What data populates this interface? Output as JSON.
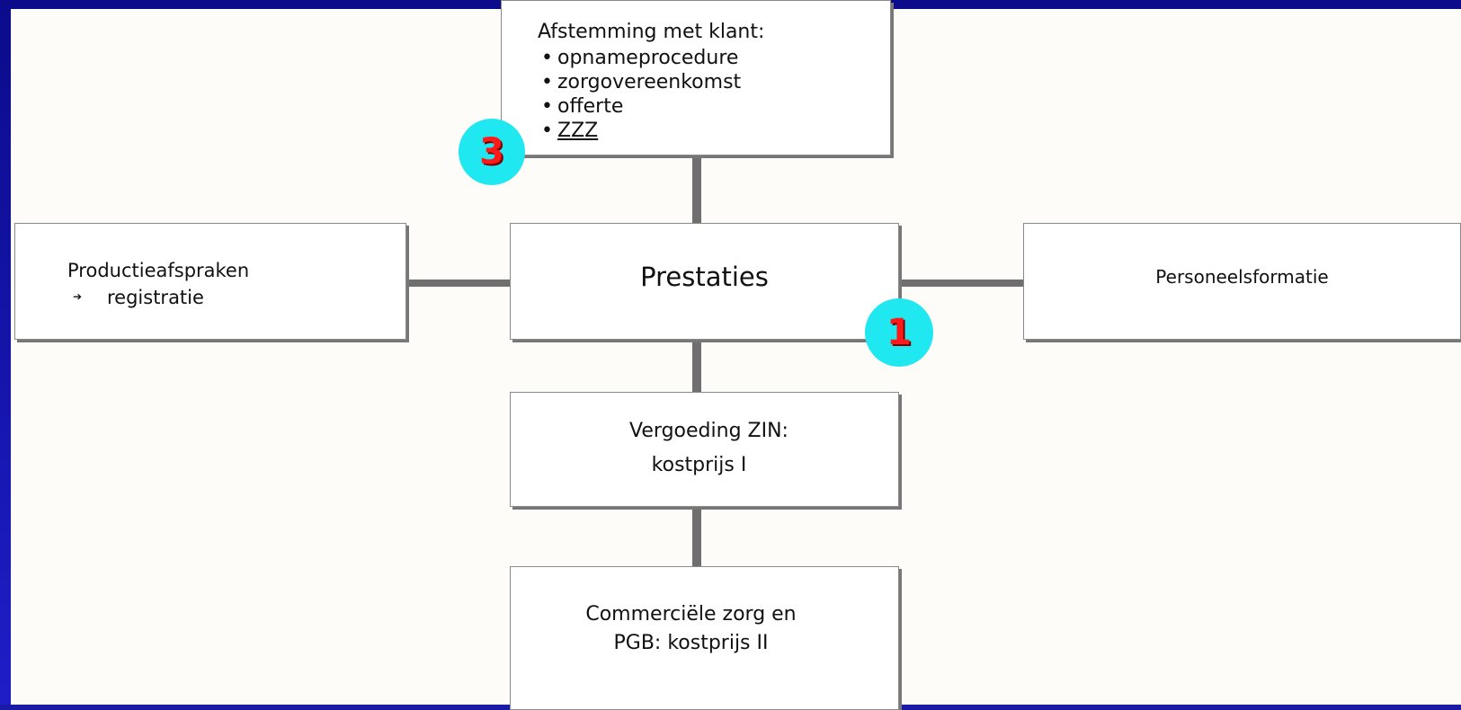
{
  "diagram": {
    "top_box": {
      "heading": "Afstemming met klant:",
      "items": [
        "opnameprocedure",
        "zorgovereenkomst",
        "offerte",
        "ZZZ"
      ]
    },
    "left_box": {
      "line1": "Productieafspraken",
      "arrow": "➔",
      "line2": "registratie"
    },
    "center_box": {
      "label": "Prestaties"
    },
    "right_box": {
      "label": "Personeelsformatie"
    },
    "middle_box": {
      "line1": "Vergoeding ZIN:",
      "line2": "kostprijs I"
    },
    "bottom_box": {
      "line1": "Commerciële zorg en",
      "line2": "PGB: kostprijs II"
    },
    "badges": {
      "top": "3",
      "center": "1"
    },
    "colors": {
      "frame": "#1a1aa6",
      "badge_fill": "#1fe8f0",
      "badge_text": "#ff1a1a",
      "connector": "#6f6f6f"
    }
  }
}
